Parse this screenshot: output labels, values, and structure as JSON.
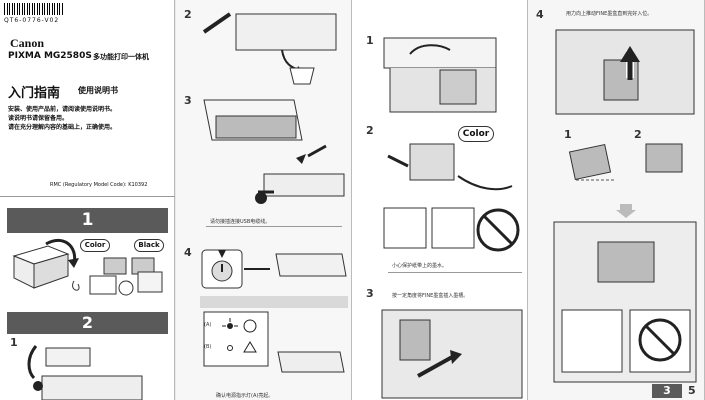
{
  "cover": {
    "part_number": "QT6-0776-V02",
    "brand": "Canon",
    "model": "PIXMA MG2580S",
    "model_cn": "多功能打印一体机",
    "guide_title": "入门指南",
    "guide_sub": "使用说明书",
    "safety_lines": [
      "安装、使用产品前，请阅读使用说明书。",
      "读说明书请保留备用。",
      "请在充分理解内容的基础上，正确使用。"
    ],
    "rmc": "RMC (Regulatory Model Code): K10392"
  },
  "step1": {
    "number": "1",
    "labels": {
      "color": "Color",
      "black": "Black"
    }
  },
  "step2": {
    "number": "2",
    "sub1": "1"
  },
  "panel2": {
    "sub2": "2",
    "sub3": "3",
    "sub4": "4",
    "usb_caption": "请勿接插连接USB电缆线。",
    "label_a": "(A)",
    "label_b": "(B)",
    "bottom_caption": "确认电源指示灯(A)亮起。"
  },
  "step3": {
    "number": "3",
    "sub1": "1",
    "sub2": "2",
    "sub3": "3",
    "color_label": "Color",
    "protect_caption": "小心保护纸带上的墨水。",
    "insert_caption": "按一定角度将FINE墨盒插入墨槽。"
  },
  "panel4": {
    "sub4": "4",
    "push_caption": "用力向上推动FINE墨盒直到完好入位。",
    "c1": "1",
    "c2": "2",
    "footer_num": "3",
    "footer_next": "5"
  }
}
